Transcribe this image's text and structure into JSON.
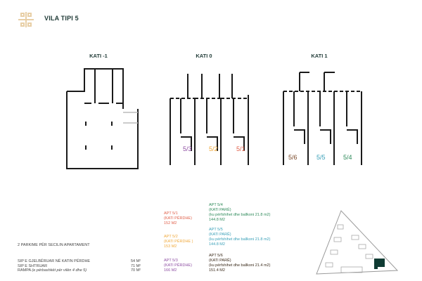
{
  "header": {
    "title": "VILA TIPI 5",
    "logo_icon": "ornamental-cross-logo",
    "logo_color": "#e8cfa6"
  },
  "floors": [
    {
      "label": "KATI -1"
    },
    {
      "label": "KATI 0",
      "units": [
        {
          "label": "5/3",
          "color": "#8e4fa3"
        },
        {
          "label": "5/2",
          "color": "#f0a93b"
        },
        {
          "label": "5/1",
          "color": "#e0604a"
        }
      ]
    },
    {
      "label": "KATI 1",
      "units": [
        {
          "label": "5/6",
          "color": "#7a4a2a"
        },
        {
          "label": "5/5",
          "color": "#3aa0b8"
        },
        {
          "label": "5/4",
          "color": "#2e8a5a"
        }
      ]
    }
  ],
  "info": {
    "parking": "2 PARKIME PËR SECILIN APARTAMENT",
    "rows": [
      {
        "label": "SIP E GJELBËRUAR NË KATIN PËRDHE",
        "label_italic": "",
        "value": "54 M²"
      },
      {
        "label": "SIP E SHTRUAR",
        "label_italic": "",
        "value": "71 M²"
      },
      {
        "label": "RAMPA ",
        "label_italic": "(e përbashkët për vilën 4 dhe 5)",
        "value": "70 M²"
      }
    ]
  },
  "apartments_ground": [
    {
      "name": "APT 5/1",
      "floor": "(KATI PËRDHE)",
      "area": "152 M2",
      "color": "#e0604a"
    },
    {
      "name": "APT 5/2",
      "floor": "(KATI PËRDHE )",
      "area": "153 M2",
      "color": "#f0a93b"
    },
    {
      "name": "APT 5/3",
      "floor": "(KATI PËRDHE)",
      "area": "166 M2",
      "color": "#8e4fa3"
    }
  ],
  "apartments_first": [
    {
      "name": "APT 5/4",
      "floor": "(KATI PARË)",
      "note": "(ku përfshihet dhe ballkoni 21.8 m2)",
      "area": "144.8 M2",
      "color": "#2e8a5a"
    },
    {
      "name": "APT 5/5",
      "floor": "(KATI PARË)",
      "note": "(ku përfshihet dhe ballkoni 21.8 m2)",
      "area": "144.8 M2",
      "color": "#3aa0b8"
    },
    {
      "name": "APT 5/6",
      "floor": "(KATI PARË)",
      "note": "(ku përfshihet dhe ballkoni 21.4 m2)",
      "area": "151.4 M2",
      "color": "#3a2a1a"
    }
  ],
  "site_plan": {
    "highlight_color": "#0f3b33"
  }
}
